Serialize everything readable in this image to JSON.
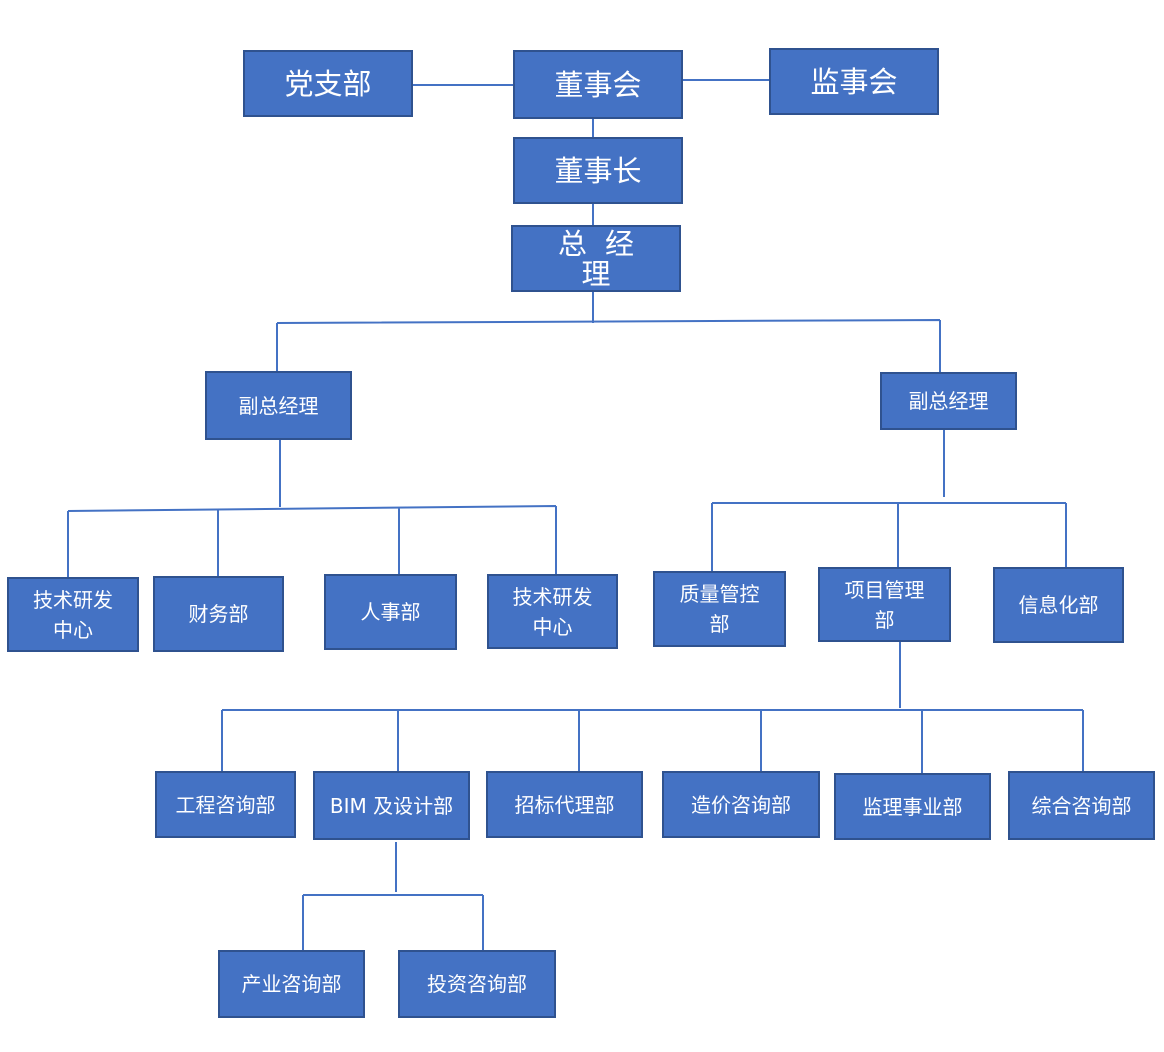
{
  "colors": {
    "box_fill": "#4472C4",
    "box_border": "#2F528F",
    "line": "#4472C4",
    "text": "#FFFFFF"
  },
  "top": {
    "party": "党支部",
    "board": "董事会",
    "supervisors": "监事会",
    "chairman": "董事长",
    "gm": "总经理"
  },
  "vp_left": "副总经理",
  "vp_right": "副总经理",
  "left_depts": [
    "技术研发中心",
    "财务部",
    "人事部",
    "技术研发中心"
  ],
  "right_depts": [
    "质量管控部",
    "项目管理部",
    "信息化部"
  ],
  "pm_depts": [
    "工程咨询部",
    "BIM 及设计部",
    "招标代理部",
    "造价咨询部",
    "监理事业部",
    "综合咨询部"
  ],
  "bim_depts": [
    "产业咨询部",
    "投资咨询部"
  ]
}
